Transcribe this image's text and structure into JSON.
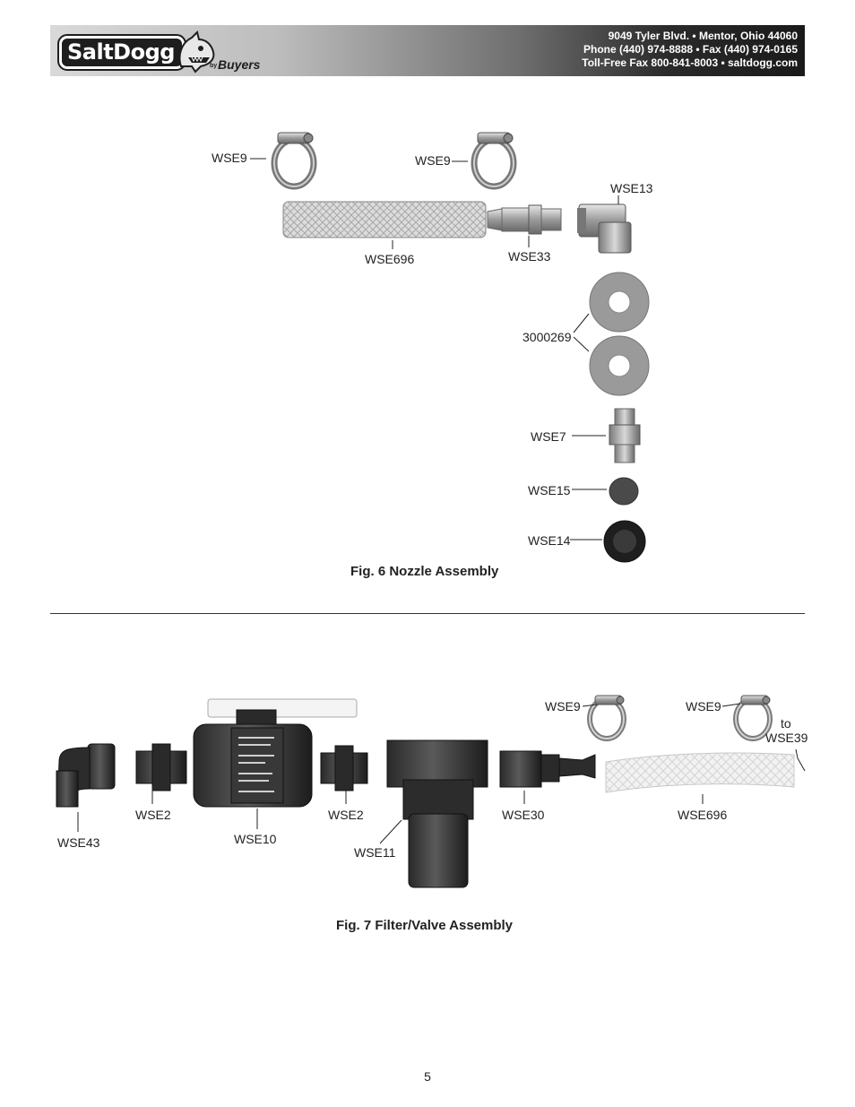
{
  "header": {
    "logo_text": "SaltDogg",
    "logo_by": "by",
    "logo_brand": "Buyers",
    "address": "9049 Tyler Blvd. • Mentor, Ohio 44060",
    "phone": "Phone (440) 974-8888 • Fax (440) 974-0165",
    "tollfree": "Toll-Free Fax 800-841-8003 • saltdogg.com"
  },
  "fig6": {
    "caption": "Fig. 6  Nozzle Assembly",
    "labels": {
      "wse9_left": "WSE9",
      "wse9_right": "WSE9",
      "wse13": "WSE13",
      "wse696": "WSE696",
      "wse33": "WSE33",
      "p3000269": "3000269",
      "wse7": "WSE7",
      "wse15": "WSE15",
      "wse14": "WSE14"
    }
  },
  "fig7": {
    "caption": "Fig. 7  Filter/Valve Assembly",
    "labels": {
      "wse9_left": "WSE9",
      "wse9_right": "WSE9",
      "to": "to",
      "wse39": "WSE39",
      "wse43": "WSE43",
      "wse2_left": "WSE2",
      "wse10": "WSE10",
      "wse2_right": "WSE2",
      "wse11": "WSE11",
      "wse30": "WSE30",
      "wse696": "WSE696"
    }
  },
  "page_number": "5"
}
